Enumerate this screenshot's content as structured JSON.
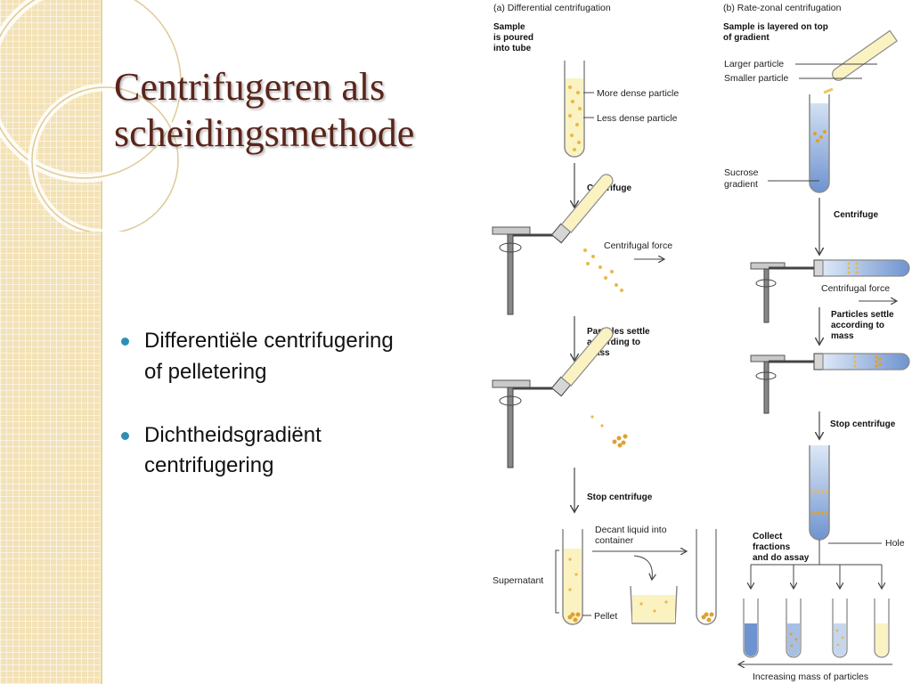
{
  "slide": {
    "title_line1": "Centrifugeren als",
    "title_line2": "scheidingsmethode",
    "bullets": [
      {
        "line1": "Differentiële centrifugering",
        "line2": "of pelletering"
      },
      {
        "line1": "Dichtheidsgradiënt",
        "line2": "centrifugering"
      }
    ],
    "colors": {
      "title": "#5a241a",
      "bullet": "#2e8fb3",
      "strip": "#f3e2b6"
    }
  },
  "figure": {
    "a": {
      "heading": "(a) Differential centrifugation",
      "step_label_l1": "Sample",
      "step_label_l2": "is poured",
      "step_label_l3": "into tube",
      "more_dense": "More dense particle",
      "less_dense": "Less dense particle",
      "centrifuge": "Centrifuge",
      "centrifugal_force": "Centrifugal force",
      "settle_l1": "Particles settle",
      "settle_l2": "according to",
      "settle_l3": "mass",
      "stop": "Stop centrifuge",
      "decant_l1": "Decant liquid into",
      "decant_l2": "container",
      "supernatant": "Supernatant",
      "pellet": "Pellet"
    },
    "b": {
      "heading": "(b) Rate-zonal centrifugation",
      "step_label_l1": "Sample is layered on top",
      "step_label_l2": "of gradient",
      "larger": "Larger particle",
      "smaller": "Smaller particle",
      "sucrose_l1": "Sucrose",
      "sucrose_l2": "gradient",
      "centrifuge": "Centrifuge",
      "centrifugal_force": "Centrifugal force",
      "settle_l1": "Particles settle",
      "settle_l2": "according to",
      "settle_l3": "mass",
      "stop": "Stop centrifuge",
      "collect_l1": "Collect",
      "collect_l2": "fractions",
      "collect_l3": "and do assay",
      "hole": "Hole",
      "increasing": "Increasing mass of particles"
    }
  }
}
